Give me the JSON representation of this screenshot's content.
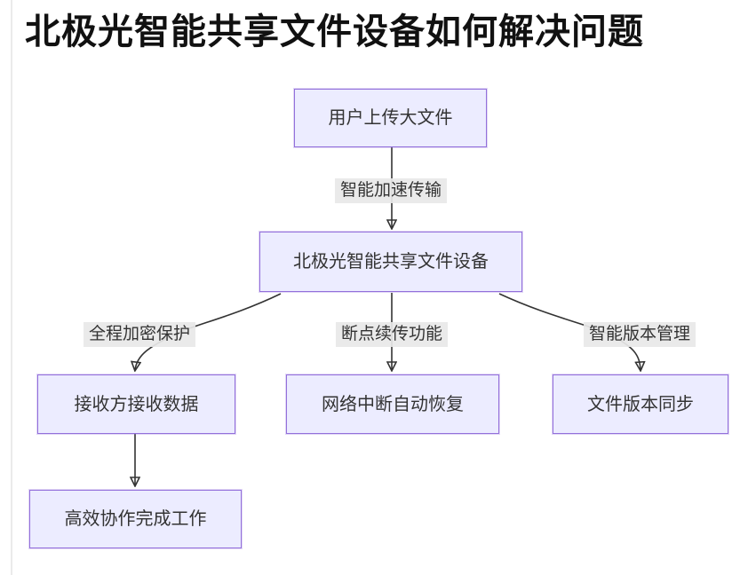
{
  "page": {
    "title": "北极光智能共享文件设备如何解决问题"
  },
  "diagram": {
    "nodes": [
      {
        "id": "upload",
        "label": "用户上传大文件"
      },
      {
        "id": "device",
        "label": "北极光智能共享文件设备"
      },
      {
        "id": "receive",
        "label": "接收方接收数据"
      },
      {
        "id": "recover",
        "label": "网络中断自动恢复"
      },
      {
        "id": "sync",
        "label": "文件版本同步"
      },
      {
        "id": "work",
        "label": "高效协作完成工作"
      }
    ],
    "edge_labels": [
      {
        "id": "accelerate",
        "label": "智能加速传输"
      },
      {
        "id": "encrypt",
        "label": "全程加密保护"
      },
      {
        "id": "resume",
        "label": "断点续传功能"
      },
      {
        "id": "version",
        "label": "智能版本管理"
      }
    ],
    "edges": [
      {
        "from": "upload",
        "to": "device",
        "label": "智能加速传输"
      },
      {
        "from": "device",
        "to": "receive",
        "label": "全程加密保护"
      },
      {
        "from": "device",
        "to": "recover",
        "label": "断点续传功能"
      },
      {
        "from": "device",
        "to": "sync",
        "label": "智能版本管理"
      },
      {
        "from": "receive",
        "to": "work",
        "label": ""
      }
    ],
    "colors": {
      "node_fill": "#ECECFF",
      "node_border": "#9370DB",
      "edge": "#333333",
      "edge_label_bg": "#e8e8e8",
      "text": "#333333"
    }
  }
}
